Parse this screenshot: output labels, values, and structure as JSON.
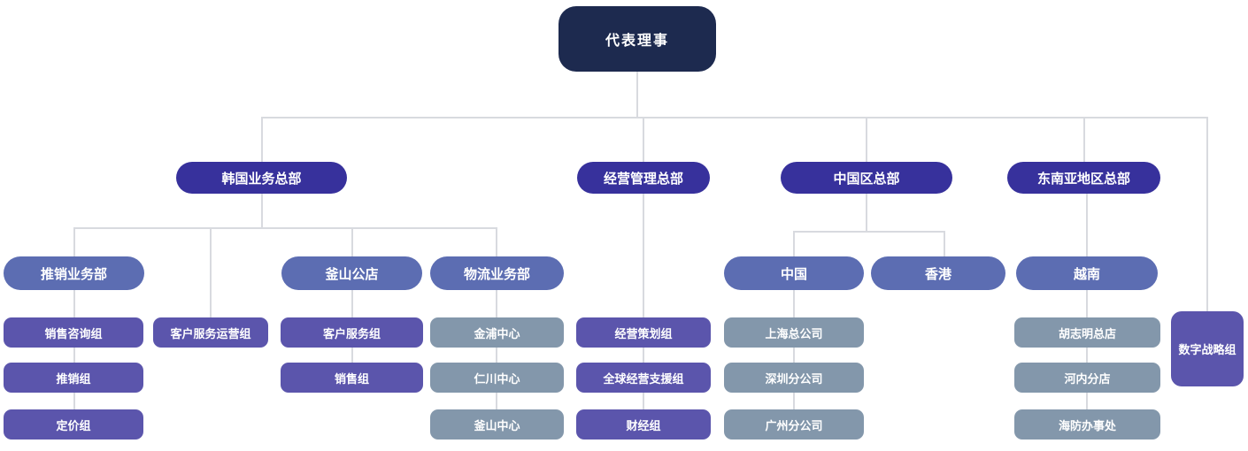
{
  "diagram": {
    "type": "org-chart",
    "language": "zh",
    "levels": 4
  },
  "colors": {
    "level1_bg": "#1d2a4f",
    "level2_bg": "#37319c",
    "level3_bg": "#5c6db2",
    "team_purple_bg": "#5b55ac",
    "branch_gray_bg": "#8397ab",
    "text": "#ffffff",
    "connector": "#d8dadf",
    "background": "#ffffff"
  },
  "nodes": {
    "ceo": {
      "label": "代表理事"
    },
    "hq_korea": {
      "label": "韩国业务总部"
    },
    "hq_mgmt": {
      "label": "经营管理总部"
    },
    "hq_china": {
      "label": "中国区总部"
    },
    "hq_sea": {
      "label": "东南亚地区总部"
    },
    "dept_marketing": {
      "label": "推销业务部"
    },
    "dept_busan_store": {
      "label": "釜山公店"
    },
    "dept_logistics": {
      "label": "物流业务部"
    },
    "region_china": {
      "label": "中国"
    },
    "region_hongkong": {
      "label": "香港"
    },
    "region_vietnam": {
      "label": "越南"
    },
    "team_sales_consulting": {
      "label": "销售咨询组"
    },
    "team_cs_operations": {
      "label": "客户服务运营组"
    },
    "team_customer_service": {
      "label": "客户服务组"
    },
    "center_gimpo": {
      "label": "金浦中心"
    },
    "team_biz_planning": {
      "label": "经营策划组"
    },
    "office_shanghai": {
      "label": "上海总公司"
    },
    "store_hochiminh": {
      "label": "胡志明总店"
    },
    "team_digital_strategy": {
      "label": "数字战略组"
    },
    "team_promotion": {
      "label": "推销组"
    },
    "team_sales": {
      "label": "销售组"
    },
    "center_incheon": {
      "label": "仁川中心"
    },
    "team_global_support": {
      "label": "全球经营支援组"
    },
    "office_shenzhen": {
      "label": "深圳分公司"
    },
    "store_hanoi": {
      "label": "河内分店"
    },
    "team_pricing": {
      "label": "定价组"
    },
    "center_busan": {
      "label": "釜山中心"
    },
    "team_finance": {
      "label": "财经组"
    },
    "office_guangzhou": {
      "label": "广州分公司"
    },
    "office_haiphong": {
      "label": "海防办事处"
    }
  },
  "hierarchy": {
    "ceo": {
      "hq_korea": {
        "dept_marketing": [
          "team_sales_consulting",
          "team_promotion",
          "team_pricing"
        ],
        "team_cs_operations": [],
        "dept_busan_store": [
          "team_customer_service",
          "team_sales"
        ],
        "dept_logistics": [
          "center_gimpo",
          "center_incheon",
          "center_busan"
        ]
      },
      "hq_mgmt": [
        "team_biz_planning",
        "team_global_support",
        "team_finance"
      ],
      "hq_china": {
        "region_china": [
          "office_shanghai",
          "office_shenzhen",
          "office_guangzhou"
        ],
        "region_hongkong": []
      },
      "hq_sea": {
        "region_vietnam": [
          "store_hochiminh",
          "store_hanoi",
          "office_haiphong"
        ]
      },
      "team_digital_strategy": []
    }
  }
}
